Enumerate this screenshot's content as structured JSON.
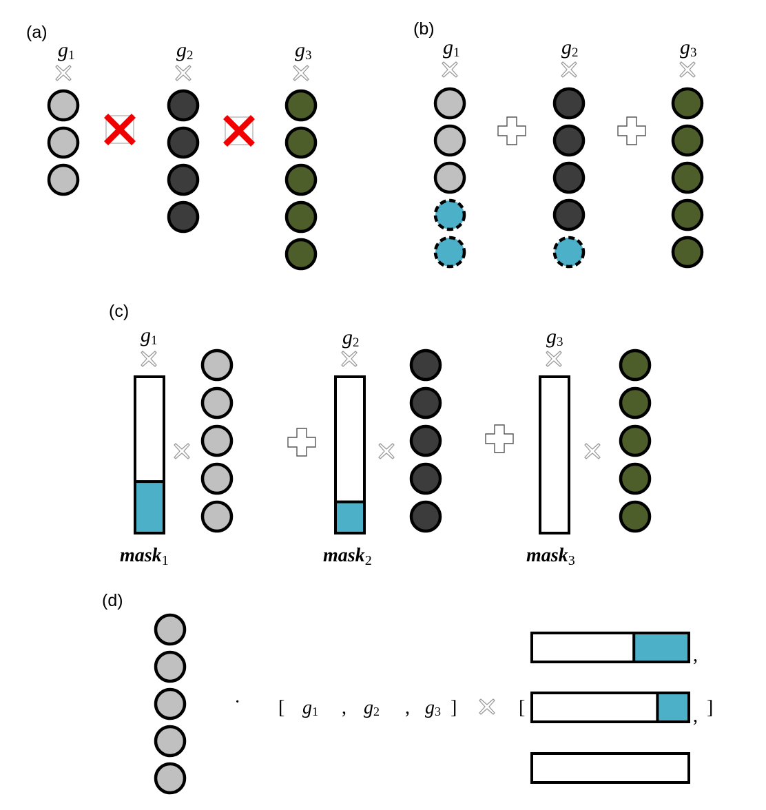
{
  "colors": {
    "light": "#c0c0c0",
    "dark": "#3c3c3c",
    "green": "#4e5e2a",
    "cyan": "#4bb0c8",
    "red": "#f00000",
    "stroke": "#000000"
  },
  "panels": {
    "a": {
      "label": "(a)",
      "groups": [
        {
          "var": "g",
          "sub": "1",
          "colors": [
            "light",
            "light",
            "light"
          ]
        },
        {
          "var": "g",
          "sub": "2",
          "colors": [
            "dark",
            "dark",
            "dark",
            "dark"
          ]
        },
        {
          "var": "g",
          "sub": "3",
          "colors": [
            "green",
            "green",
            "green",
            "green",
            "green"
          ]
        }
      ],
      "operator_icon": "red-cross-icon"
    },
    "b": {
      "label": "(b)",
      "groups": [
        {
          "var": "g",
          "sub": "1",
          "colors": [
            "light",
            "light",
            "light",
            "cyan-dashed",
            "cyan-dashed"
          ]
        },
        {
          "var": "g",
          "sub": "2",
          "colors": [
            "dark",
            "dark",
            "dark",
            "dark",
            "cyan-dashed"
          ]
        },
        {
          "var": "g",
          "sub": "3",
          "colors": [
            "green",
            "green",
            "green",
            "green",
            "green"
          ]
        }
      ],
      "operator_icon": "plus-icon"
    },
    "c": {
      "label": "(c)",
      "groups": [
        {
          "var": "g",
          "sub": "1",
          "mask_var": "mask",
          "mask_sub": "1",
          "mask_fill": 0.33,
          "colors": [
            "light",
            "light",
            "light",
            "light",
            "light"
          ]
        },
        {
          "var": "g",
          "sub": "2",
          "mask_var": "mask",
          "mask_sub": "2",
          "mask_fill": 0.2,
          "colors": [
            "dark",
            "dark",
            "dark",
            "dark",
            "dark"
          ]
        },
        {
          "var": "g",
          "sub": "3",
          "mask_var": "mask",
          "mask_sub": "3",
          "mask_fill": 0,
          "colors": [
            "green",
            "green",
            "green",
            "green",
            "green"
          ]
        }
      ]
    },
    "d": {
      "label": "(d)",
      "column_colors": [
        "light",
        "light",
        "light",
        "light",
        "light"
      ],
      "dot": "·",
      "open_bracket": "[",
      "close_bracket": "]",
      "comma": ",",
      "vars": [
        {
          "var": "g",
          "sub": "1"
        },
        {
          "var": "g",
          "sub": "2"
        },
        {
          "var": "g",
          "sub": "3"
        }
      ],
      "mask_fills": [
        0.35,
        0.2,
        0
      ]
    }
  }
}
